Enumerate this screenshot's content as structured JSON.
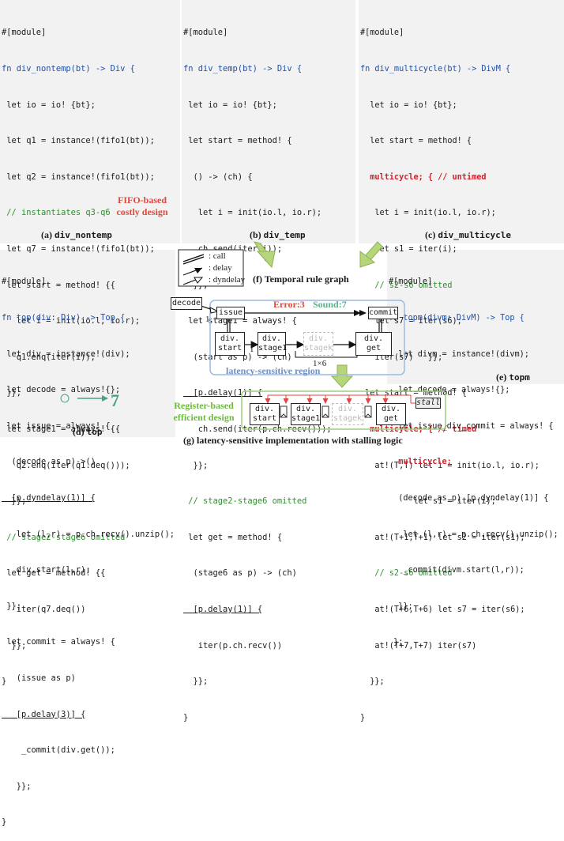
{
  "panel_a": {
    "lines": [
      "#[module]",
      "fn div_nontemp(bt) -> Div {",
      " let io = io! {bt};",
      " let q1 = instance!(fifo1(bt));",
      " let q2 = instance!(fifo1(bt));",
      " // instantiates q3-q6",
      " let q7 = instance!(fifo1(bt));",
      " let start = method! {{",
      "   let i = init(io.l, io.r);",
      "   q1.enq(iter(i));",
      " }};",
      " let stage1 = always! {{",
      "   q2.enq(iter(q1.deq()));",
      "  }};",
      " // stage2-stage6 omitted",
      " let get = method! {{",
      "   iter(q7.deq())",
      "  }};",
      "}"
    ],
    "note": [
      "FIFO-based",
      "costly design"
    ],
    "caption_prefix": "(a) ",
    "caption_name": "div_nontemp"
  },
  "panel_b": {
    "lines": [
      "#[module]",
      "fn div_temp(bt) -> Div {",
      " let io = io! {bt};",
      " let start = method! {",
      "  () -> (ch) {",
      "   let i = init(io.l, io.r);",
      "   ch.send(iter(i));",
      "  }};",
      " let stage1 = always! {",
      "  (start as p) -> (ch)",
      "  [p.delay(1)] {",
      "   ch.send(iter(p.ch.recv()));",
      "  }};",
      " // stage2-stage6 omitted",
      " let get = method! {",
      "  (stage6 as p) -> (ch)",
      "  [p.delay(1)] {",
      "   iter(p.ch.recv())",
      "  }};",
      "}"
    ],
    "caption_prefix": "(b) ",
    "caption_name": "div_temp"
  },
  "panel_c": {
    "lines": [
      "#[module]",
      "fn div_multicycle(bt) -> DivM {",
      "  let io = io! {bt};",
      "  let start = method! {",
      "  multicycle; { // untimed",
      "   let i = init(io.l, io.r);",
      "   let s1 = iter(i);",
      "   // s2-s6 omitted",
      "   let s7 = iter(s6);",
      "   iter(s7)   }};",
      " let start = method! {",
      "  multicycle; { // timed",
      "   at!(T,T) let i = init(io.l, io.r);",
      "           let s1 = iter(i);",
      "   at!(T+1,T+1) let s2 = iter(s1);",
      "   // s2-s6 omitted",
      "   at!(T+6,T+6) let s7 = iter(s6);",
      "   at!(T+7,T+7) iter(s7)",
      "  }};",
      "}"
    ],
    "caption_prefix": "(c) ",
    "caption_name": "div_multicycle"
  },
  "panel_d": {
    "lines": [
      "#[module]",
      "fn top(div: Div) -> Top {",
      " let div = instance!(div);",
      " let decode = always!{};",
      " let issue = always! {",
      "  (decode as p)->()",
      "  [p.dyndelay(1)] {",
      "   let (l,r) = p.ch.recv().unzip();",
      "   div.start(l,r);",
      " }};",
      " let commit = always! {",
      "   (issue as p)",
      "   [p.delay(3)] {",
      "    _commit(div.get());",
      "   }};",
      "}"
    ],
    "annotation": "7",
    "caption_prefix": "(d) ",
    "caption_name": "top"
  },
  "panel_e": {
    "lines": [
      "#[module]",
      "fn topm(divm: DivM) -> Top {",
      "  let divm = instance!(divm);",
      "  let decode = always!{};",
      "  let issue_div_commit = always! {",
      "  multicycle;",
      "  (decode as p) [p.dyndelay(1)] {",
      "   let (l,r) = p.ch.recv().unzip();",
      "   _commit(divm.start(l,r));",
      "  }};",
      " };"
    ],
    "caption_prefix": "(e) ",
    "caption_name": "topm"
  },
  "graph": {
    "legend": {
      "call": ": call",
      "delay": ": delay",
      "dyndelay": ": dyndelay"
    },
    "title": "(f) Temporal rule graph",
    "nodes": {
      "decode": "decode",
      "issue": "issue",
      "commit": "commit",
      "div_start": [
        "div.",
        "start"
      ],
      "div_stage1": [
        "div.",
        "stage1"
      ],
      "div_stagek": [
        "div.",
        "stagek"
      ],
      "div_get": [
        "div.",
        "get"
      ]
    },
    "error_label": "Error:3",
    "sound_label": "Sound:7",
    "edge_one_a": "1",
    "edge_one_b": "1",
    "repeat_label": "1×6",
    "region_label": "latency-sensitive region"
  },
  "impl": {
    "note": [
      "Register-based",
      "efficient design"
    ],
    "nodes": {
      "div_start": [
        "div.",
        "start"
      ],
      "div_stage1": [
        "div.",
        "stage1"
      ],
      "div_stagek": [
        "div.",
        "stagek"
      ],
      "div_get": [
        "div.",
        "get"
      ]
    },
    "stall": "stall",
    "caption": "(g) latency-sensitive implementation with stalling logic"
  },
  "colors": {
    "keyword": "#1f4fa8",
    "comment": "#2f8f2f",
    "highlight": "#d4202a",
    "arrow_green": "#a8cc6a",
    "region_blue": "#9bb9e2",
    "impl_green": "#9ccf7a",
    "error_red": "#e0483b",
    "sound_green": "#5fae86"
  }
}
